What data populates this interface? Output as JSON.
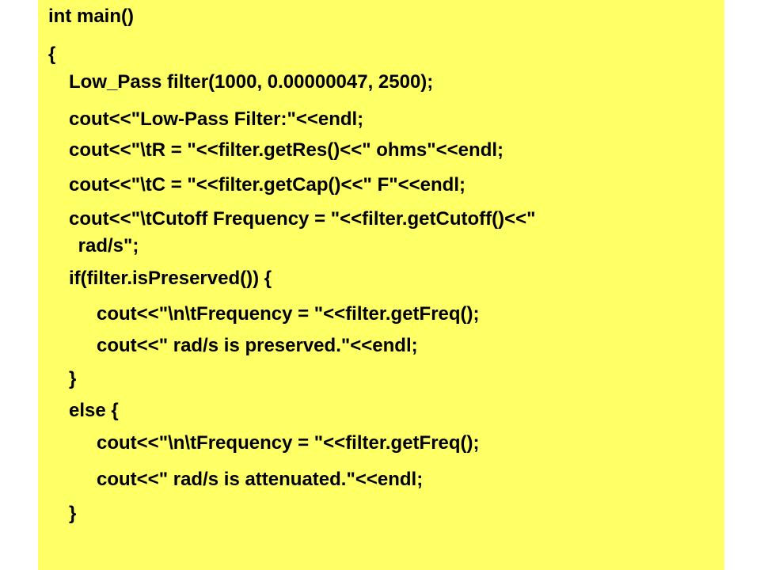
{
  "colors": {
    "panel_background": "#ffff66",
    "page_background": "#ffffff",
    "text": "#000000"
  },
  "code": {
    "lines": [
      "int main()",
      "{",
      "Low_Pass filter(1000, 0.00000047, 2500);",
      "cout<<\"Low-Pass Filter:\"<<endl;",
      "cout<<\"\\tR = \"<<filter.getRes()<<\" ohms\"<<endl;",
      "cout<<\"\\tC = \"<<filter.getCap()<<\" F\"<<endl;",
      "cout<<\"\\tCutoff Frequency = \"<<filter.getCutoff()<<\"",
      " rad/s\";",
      "if(filter.isPreserved()) {",
      "cout<<\"\\n\\tFrequency = \"<<filter.getFreq();",
      "cout<<\" rad/s is preserved.\"<<endl;",
      "}",
      "else {",
      "cout<<\"\\n\\tFrequency = \"<<filter.getFreq();",
      "cout<<\" rad/s is attenuated.\"<<endl;",
      "}"
    ]
  }
}
